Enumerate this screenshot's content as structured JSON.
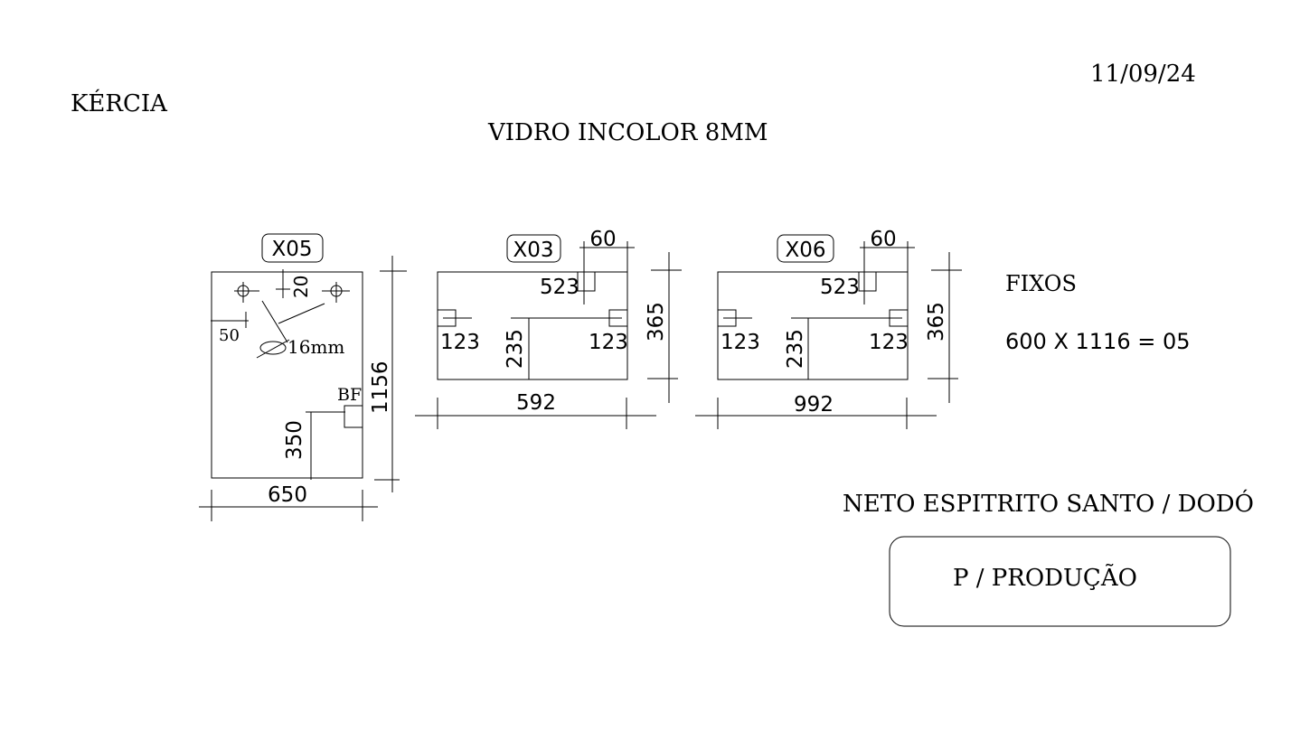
{
  "header": {
    "client": "KÉRCIA",
    "date": "11/09/24",
    "material": "VIDRO INCOLOR 8MM"
  },
  "pieces": [
    {
      "tag": "X05",
      "width": "650",
      "height": "1156",
      "hole_offset_top": "20",
      "hole_offset_side": "50",
      "hole_diameter": "16mm",
      "bf_label": "BF",
      "bf_height": "350"
    },
    {
      "tag": "X03",
      "width": "592",
      "height": "365",
      "notch_width": "60",
      "notch_pos": "523",
      "notch_size_left": "123",
      "notch_size_right": "123",
      "notch_height_right": "235"
    },
    {
      "tag": "X06",
      "width": "992",
      "height": "365",
      "notch_width": "60",
      "notch_pos": "523",
      "notch_size_left": "123",
      "notch_size_right": "123",
      "notch_height_right": "235"
    }
  ],
  "fixed": {
    "label": "FIXOS",
    "spec": "600 X 1116 = 05"
  },
  "footer": {
    "location": "NETO ESPITRITO SANTO / DODÓ",
    "purpose": "P / PRODUÇÃO"
  },
  "colors": {
    "line": "#000000",
    "background": "#ffffff"
  }
}
